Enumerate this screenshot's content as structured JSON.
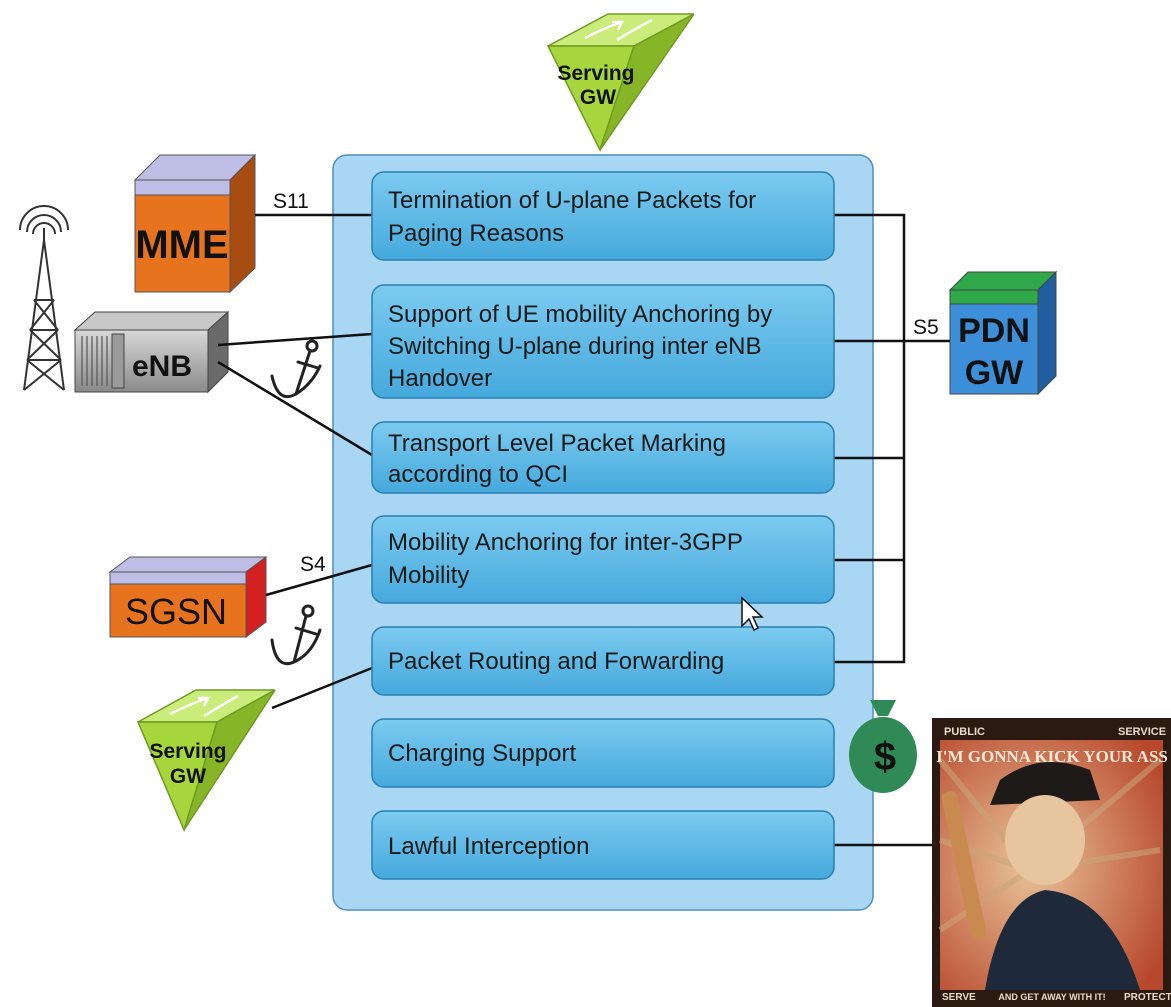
{
  "center_block": {
    "functions": [
      {
        "lines": [
          "Termination of U-plane Packets for",
          "Paging Reasons"
        ]
      },
      {
        "lines": [
          "Support of UE mobility Anchoring by",
          "Switching U-plane during inter eNB",
          "Handover"
        ]
      },
      {
        "lines": [
          "Transport Level Packet Marking",
          "according to QCI"
        ]
      },
      {
        "lines": [
          "Mobility Anchoring for inter-3GPP",
          "Mobility"
        ]
      },
      {
        "lines": [
          "Packet Routing and Forwarding"
        ]
      },
      {
        "lines": [
          "Charging Support"
        ]
      },
      {
        "lines": [
          "Lawful Interception"
        ]
      }
    ]
  },
  "nodes": {
    "serving_gw_top": {
      "line1": "Serving",
      "line2": "GW"
    },
    "serving_gw_bottom": {
      "line1": "Serving",
      "line2": "GW"
    },
    "mme": {
      "label": "MME"
    },
    "enb": {
      "label": "eNB"
    },
    "sgsn": {
      "label": "SGSN"
    },
    "pdn_gw": {
      "line1": "PDN",
      "line2": "GW"
    }
  },
  "interfaces": {
    "s11": "S11",
    "s4": "S4",
    "s5": "S5"
  },
  "poster": {
    "top_left": "PUBLIC",
    "top_right": "SERVICE",
    "headline": "I'M GONNA KICK YOUR ASS",
    "bottom_left": "SERVE",
    "bottom_center": "AND GET AWAY WITH IT!",
    "bottom_right": "PROTECT"
  },
  "colors": {
    "panel": "#a9d6f2",
    "function_box": "#5bb8e6",
    "mme": "#e8731f",
    "sgsn": "#e8731f",
    "pdn_gw": "#3d8fd9",
    "serving_gw": "#a6d63c"
  },
  "icons": [
    "cell-tower-icon",
    "anchor-icon",
    "anchor-icon",
    "money-bag-icon",
    "cursor-icon"
  ]
}
